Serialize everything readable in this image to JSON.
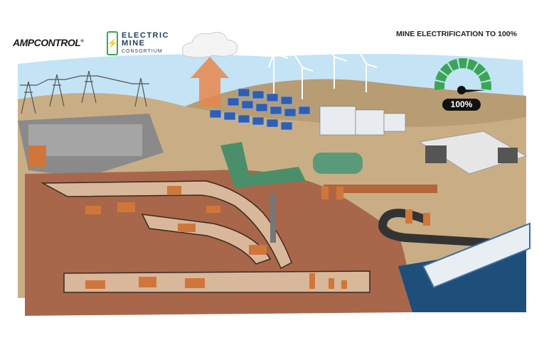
{
  "logos": {
    "ampcontrol": "AMPCONTROL",
    "ampcontrol_mark": "®",
    "emc_line1": "ELECTRIC",
    "emc_line2": "MINE",
    "emc_line3": "CONSORTIUM"
  },
  "gauge": {
    "title": "MINE ELECTRIFICATION TO 100%",
    "value_label": "100%",
    "value_percent": 100,
    "segments": 9,
    "color": "#3aa655"
  },
  "colors": {
    "sky": "#bfe0f4",
    "land": "#c9ae85",
    "underground": "#a8674a",
    "tunnel": "#d9b79a",
    "sea": "#1d4f7a",
    "equipment": "#d1763a",
    "brand_orange": "#e8641e"
  }
}
